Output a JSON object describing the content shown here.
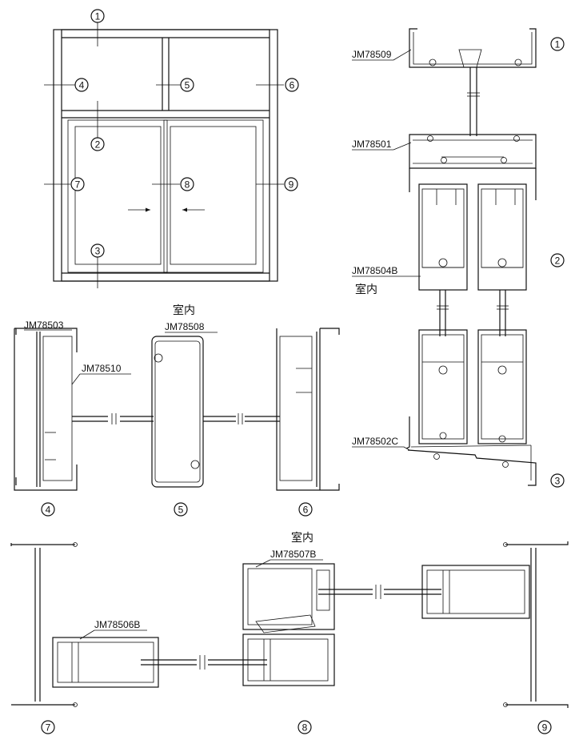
{
  "callouts": {
    "c1": "1",
    "c2": "2",
    "c3": "3",
    "c4": "4",
    "c5": "5",
    "c6": "6",
    "c7": "7",
    "c8": "8",
    "c9": "9",
    "right1": "1",
    "right2": "2",
    "right3": "3",
    "mid4": "4",
    "mid5": "5",
    "mid6": "6",
    "bot7": "7",
    "bot8": "8",
    "bot9": "9"
  },
  "labels": {
    "jm78509": "JM78509",
    "jm78501": "JM78501",
    "jm78504b": "JM78504B",
    "jm78502c": "JM78502C",
    "jm78503": "JM78503",
    "jm78510": "JM78510",
    "jm78508": "JM78508",
    "jm78507b": "JM78507B",
    "jm78506b": "JM78506B",
    "indoor_right": "室内",
    "indoor_mid": "室内",
    "indoor_bottom": "室内"
  }
}
